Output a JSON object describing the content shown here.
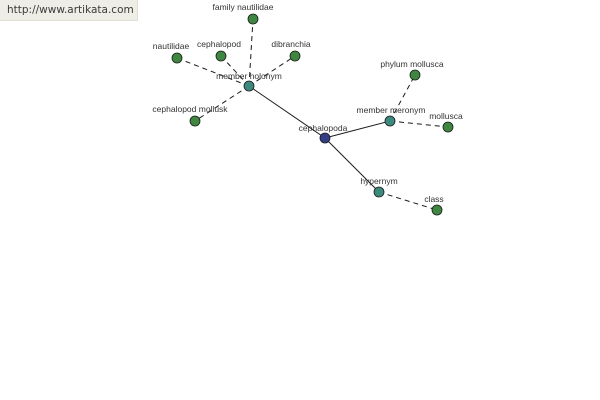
{
  "watermark": "http://www.artikata.com",
  "colors": {
    "center": "#333d87",
    "relation": "#3c8a7e",
    "leaf": "#3f8640",
    "stroke": "#1b1b1b",
    "edge": "#1b1b1b"
  },
  "nodes": [
    {
      "id": "cephalopoda",
      "label": "cephalopoda",
      "kind": "center"
    },
    {
      "id": "member_holonym",
      "label": "member holonym",
      "kind": "relation"
    },
    {
      "id": "member_meronym",
      "label": "member meronym",
      "kind": "relation"
    },
    {
      "id": "hypernym",
      "label": "hypernym",
      "kind": "relation"
    },
    {
      "id": "family_nautilidae",
      "label": "family nautilidae",
      "kind": "leaf"
    },
    {
      "id": "nautilidae",
      "label": "nautilidae",
      "kind": "leaf"
    },
    {
      "id": "cephalopod",
      "label": "cephalopod",
      "kind": "leaf"
    },
    {
      "id": "dibranchia",
      "label": "dibranchia",
      "kind": "leaf"
    },
    {
      "id": "cephalopod_mollusk",
      "label": "cephalopod mollusk",
      "kind": "leaf"
    },
    {
      "id": "phylum_mollusca",
      "label": "phylum mollusca",
      "kind": "leaf"
    },
    {
      "id": "mollusca",
      "label": "mollusca",
      "kind": "leaf"
    },
    {
      "id": "class",
      "label": "class",
      "kind": "leaf"
    }
  ],
  "edges": [
    {
      "from": "cephalopoda",
      "to": "member_holonym",
      "style": "solid"
    },
    {
      "from": "cephalopoda",
      "to": "member_meronym",
      "style": "solid"
    },
    {
      "from": "cephalopoda",
      "to": "hypernym",
      "style": "solid"
    },
    {
      "from": "member_holonym",
      "to": "family_nautilidae",
      "style": "dashed"
    },
    {
      "from": "member_holonym",
      "to": "nautilidae",
      "style": "dashed"
    },
    {
      "from": "member_holonym",
      "to": "cephalopod",
      "style": "dashed"
    },
    {
      "from": "member_holonym",
      "to": "dibranchia",
      "style": "dashed"
    },
    {
      "from": "member_holonym",
      "to": "cephalopod_mollusk",
      "style": "dashed"
    },
    {
      "from": "member_meronym",
      "to": "phylum_mollusca",
      "style": "dashed"
    },
    {
      "from": "member_meronym",
      "to": "mollusca",
      "style": "dashed"
    },
    {
      "from": "hypernym",
      "to": "class",
      "style": "dashed"
    }
  ]
}
